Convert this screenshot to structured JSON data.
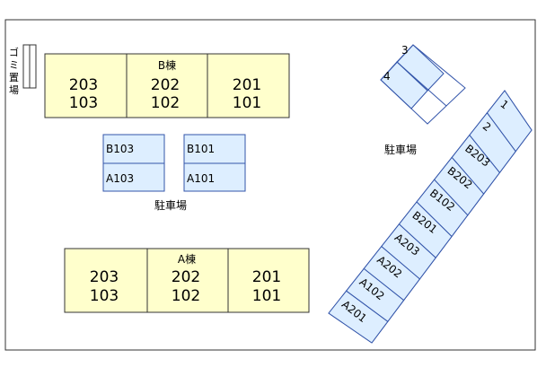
{
  "colors": {
    "building_fill": "#ffffcc",
    "parking_fill": "#ddeeff",
    "parking_stroke": "#3355aa",
    "outline": "#333333"
  },
  "garbage": {
    "label": "ゴミ置場"
  },
  "building_b": {
    "label": "B棟",
    "units": [
      {
        "upper": "203",
        "lower": "103"
      },
      {
        "upper": "202",
        "lower": "102"
      },
      {
        "upper": "201",
        "lower": "101"
      }
    ]
  },
  "building_a": {
    "label": "A棟",
    "units": [
      {
        "upper": "203",
        "lower": "103"
      },
      {
        "upper": "202",
        "lower": "102"
      },
      {
        "upper": "201",
        "lower": "101"
      }
    ]
  },
  "center_parking": {
    "label": "駐車場",
    "left": [
      "B103",
      "A103"
    ],
    "right": [
      "B101",
      "A101"
    ]
  },
  "right_parking": {
    "label": "駐車場",
    "small_slots": [
      "3",
      "4"
    ],
    "strip_slots": [
      "1",
      "2",
      "B203",
      "B202",
      "B102",
      "B201",
      "A203",
      "A202",
      "A102",
      "A201"
    ]
  }
}
